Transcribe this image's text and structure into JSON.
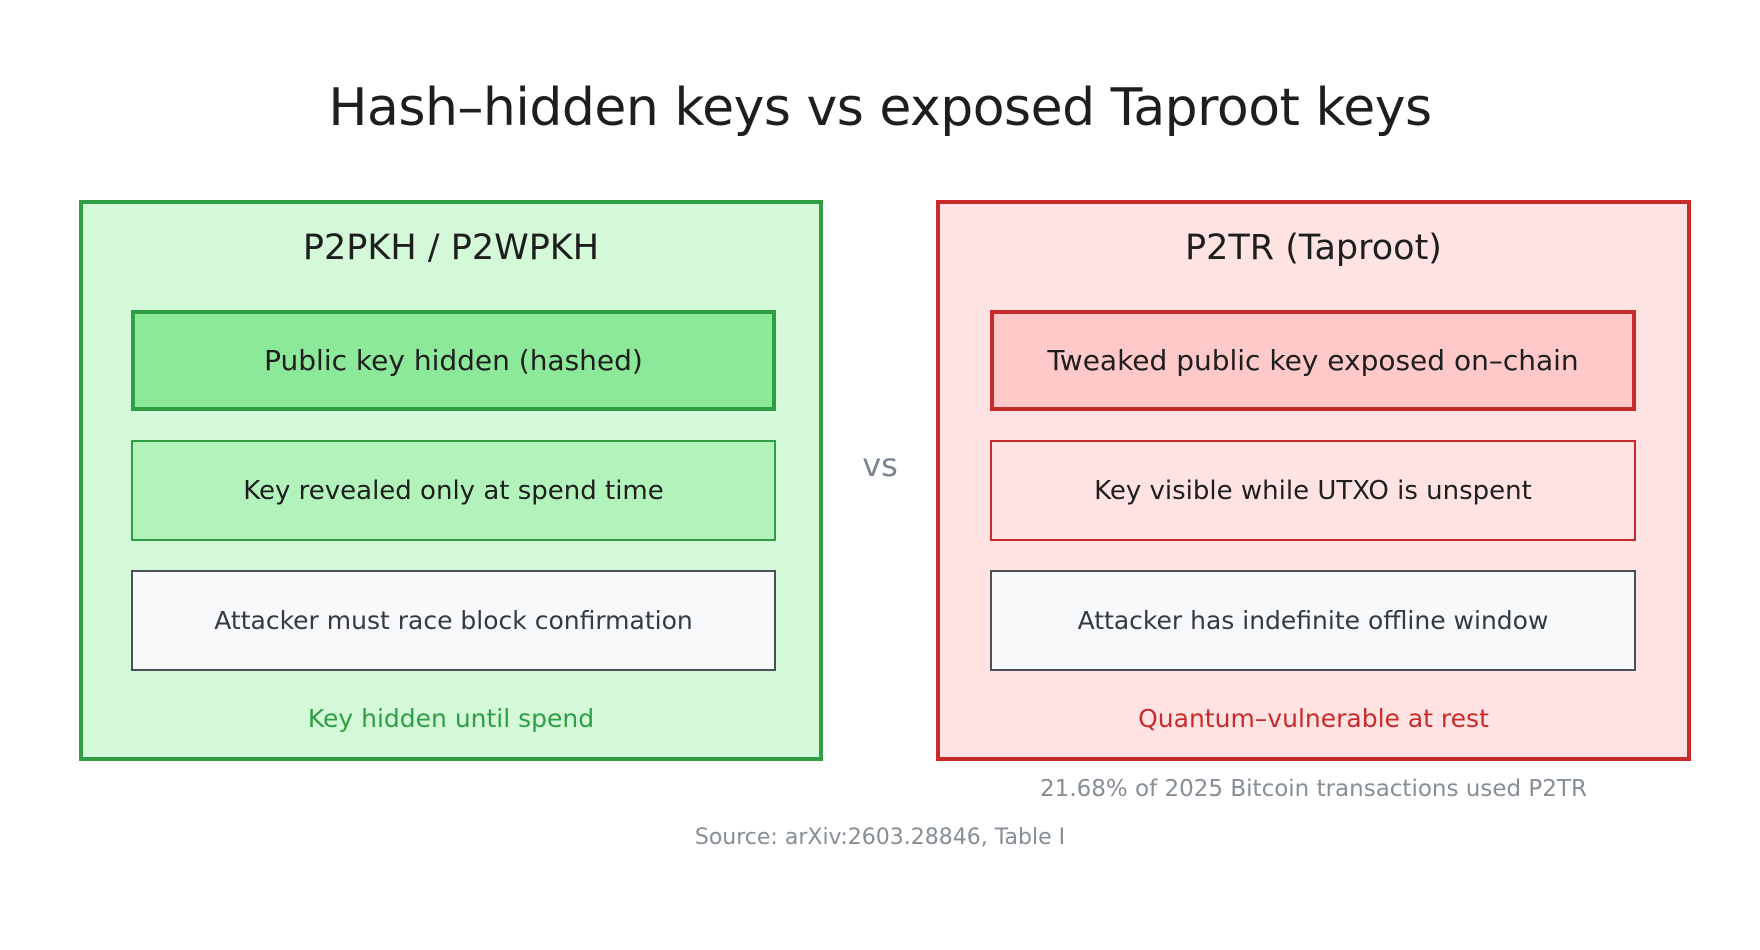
{
  "title": "Hash–hidden keys vs exposed Taproot keys",
  "separator": "vs",
  "colors": {
    "green_stroke": "#2f9e44",
    "green_fill": "#d3f9d8",
    "green_item1": "#8ce99a",
    "green_item2": "#b2f2bb",
    "red_stroke": "#c92a2a",
    "red_fill": "#ffe3e3",
    "red_item1": "#ffc9c9",
    "neutral_fill": "#f8f9fa",
    "neutral_stroke": "#495057",
    "muted_text": "#868e96"
  },
  "left_panel": {
    "title": "P2PKH / P2WPKH",
    "items": [
      "Public key hidden (hashed)",
      "Key revealed only at spend time",
      "Attacker must race block confirmation"
    ],
    "footer": "Key hidden until spend"
  },
  "right_panel": {
    "title": "P2TR (Taproot)",
    "items": [
      "Tweaked public key exposed on–chain",
      "Key visible while UTXO is unspent",
      "Attacker has indefinite offline window"
    ],
    "footer": "Quantum–vulnerable at rest",
    "note": "21.68% of 2025 Bitcoin transactions used P2TR"
  },
  "source": "Source: arXiv:2603.28846, Table I"
}
